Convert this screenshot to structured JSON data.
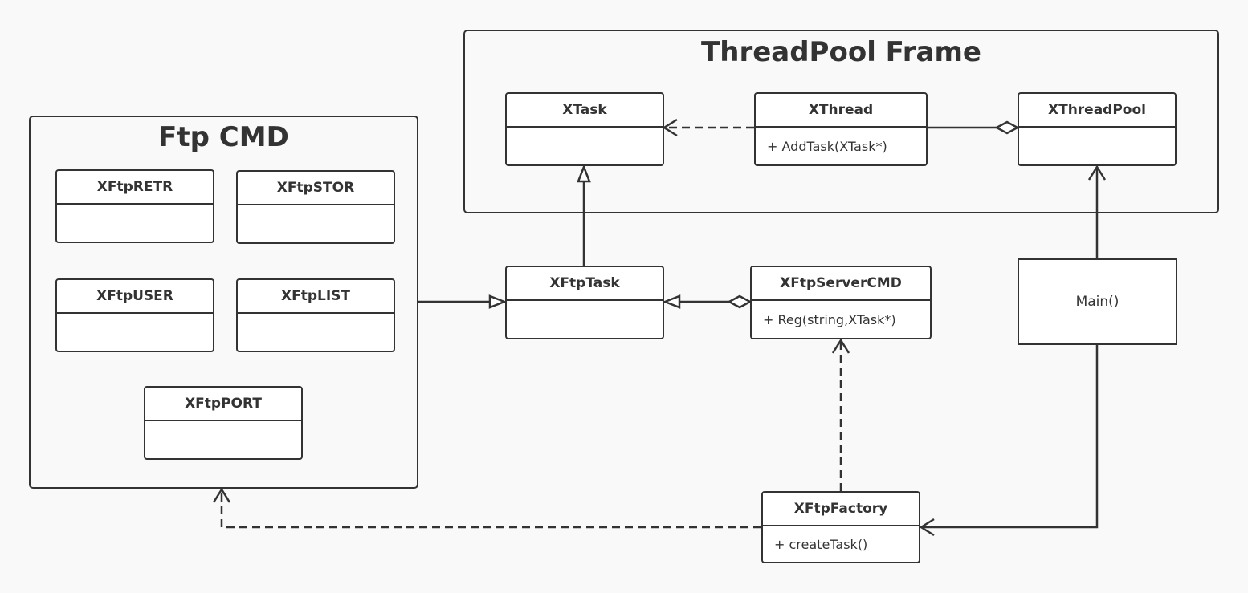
{
  "frames": {
    "threadpool": {
      "title": "ThreadPool Frame"
    },
    "ftpcmd": {
      "title": "Ftp CMD"
    }
  },
  "classes": {
    "xtask": {
      "name": "XTask",
      "member": ""
    },
    "xthread": {
      "name": "XThread",
      "member": "+ AddTask(XTask*)"
    },
    "xthreadpool": {
      "name": "XThreadPool",
      "member": ""
    },
    "xftpretr": {
      "name": "XFtpRETR",
      "member": ""
    },
    "xftpstor": {
      "name": "XFtpSTOR",
      "member": ""
    },
    "xftpuser": {
      "name": "XFtpUSER",
      "member": ""
    },
    "xftplist": {
      "name": "XFtpLIST",
      "member": ""
    },
    "xftpport": {
      "name": "XFtpPORT",
      "member": ""
    },
    "xftptask": {
      "name": "XFtpTask",
      "member": ""
    },
    "xftpservercmd": {
      "name": "XFtpServerCMD",
      "member": "+ Reg(string,XTask*)"
    },
    "xftpfactory": {
      "name": "XFtpFactory",
      "member": "+ createTask()"
    }
  },
  "main_box": {
    "label": "Main()"
  },
  "colors": {
    "stroke": "#333333",
    "background": "#f9f9f9",
    "box_fill": "#ffffff"
  }
}
